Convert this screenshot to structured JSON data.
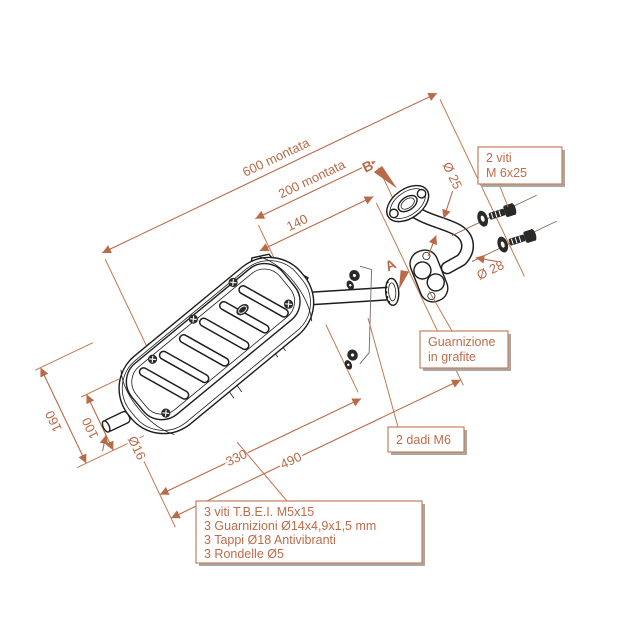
{
  "colors": {
    "background": "#ffffff",
    "linework": "#1d1d1b",
    "dimension_accent": "#b96a48",
    "callout_border": "#c4805d",
    "callout_shadow": "#aaa6a1"
  },
  "dimensions": {
    "overall_mounted": "600 montata",
    "upper_mounted": "200 montata",
    "bracket_to_flange": "140",
    "header_pipe_diameter": "Ø 25",
    "joint_diameter": "Ø 28",
    "tail_height": "160",
    "outlet_height": "100",
    "outlet_diameter": "Ø16",
    "muffler_length": "330",
    "muffler_to_joint": "490"
  },
  "markers": {
    "joint": "A",
    "cylinder_flange": "B"
  },
  "callouts": {
    "screws": {
      "line1": "2 viti",
      "line2": "M 6x25"
    },
    "gasket": {
      "line1": "Guarnizione",
      "line2": "in grafite"
    },
    "nuts": {
      "label": "2 dadi M6"
    },
    "parts_list": [
      "3 viti T.B.E.I. M5x15",
      "3 Guarnizioni Ø14x4,9x1,5 mm",
      "3 Tappi Ø18 Antivibranti",
      "3 Rondelle Ø5"
    ]
  }
}
